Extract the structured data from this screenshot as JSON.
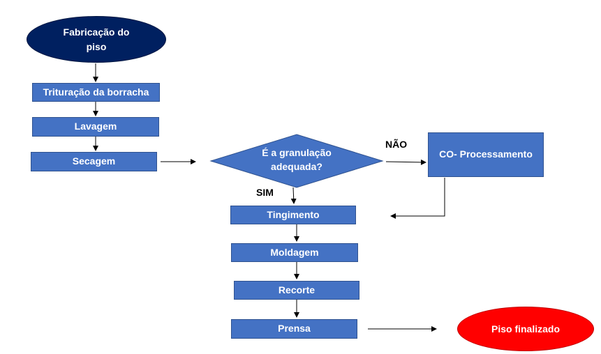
{
  "nodes": {
    "start": "Fabricação do piso",
    "trituracao": "Trituração da borracha",
    "lavagem": "Lavagem",
    "secagem": "Secagem",
    "decision": "É a granulação adequada?",
    "coprocessamento": "CO- Processamento",
    "tingimento": "Tingimento",
    "moldagem": "Moldagem",
    "recorte": "Recorte",
    "prensa": "Prensa",
    "end": "Piso finalizado"
  },
  "edges": {
    "yes_label": "SIM",
    "no_label": "NÃO"
  },
  "colors": {
    "process_fill": "#4472C4",
    "start_fill": "#002060",
    "end_fill": "#FF0000",
    "decision_fill": "#4472C4",
    "arrow": "#000000"
  }
}
